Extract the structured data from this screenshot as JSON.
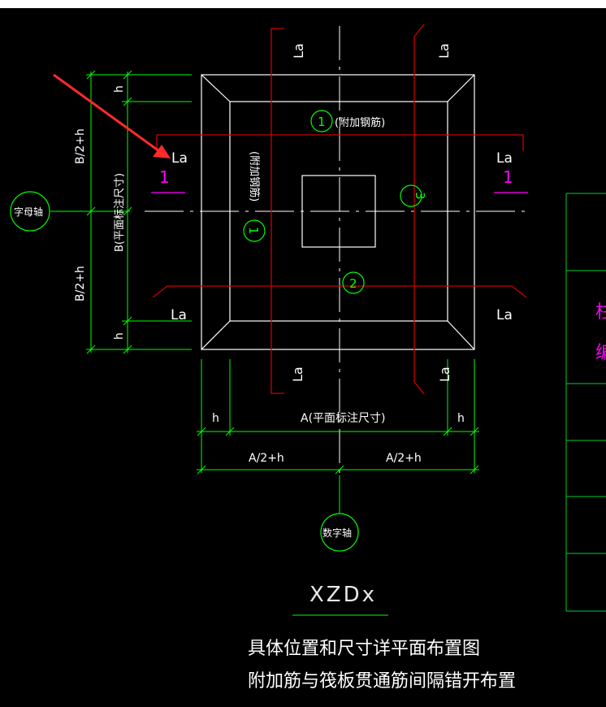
{
  "labels": {
    "la": "La",
    "h": "h",
    "half_b_plus_h": "B/2+h",
    "b_dim": "B(平面标注尺寸)",
    "a_dim": "A(平面标注尺寸)",
    "half_a_plus_h": "A/2+h",
    "extra_rebar": "(附加钢筋)",
    "section_mark": "1",
    "bubble_1": "1",
    "bubble_2": "2",
    "bubble_3": "3",
    "letter_axis": "字母轴",
    "number_axis": "数字轴",
    "title": "XZDx",
    "note_1": "具体位置和尺寸详平面布置图",
    "note_2": "附加筋与筏板贯通筋间隔错开布置",
    "side_char_1": "柱",
    "side_char_2": "编"
  },
  "colors": {
    "background": "#000000",
    "outline": "#ffffff",
    "dimension": "#00ff00",
    "rebar": "#cc0000",
    "section": "#ff00ff",
    "arrow": "#ff2a2a"
  }
}
